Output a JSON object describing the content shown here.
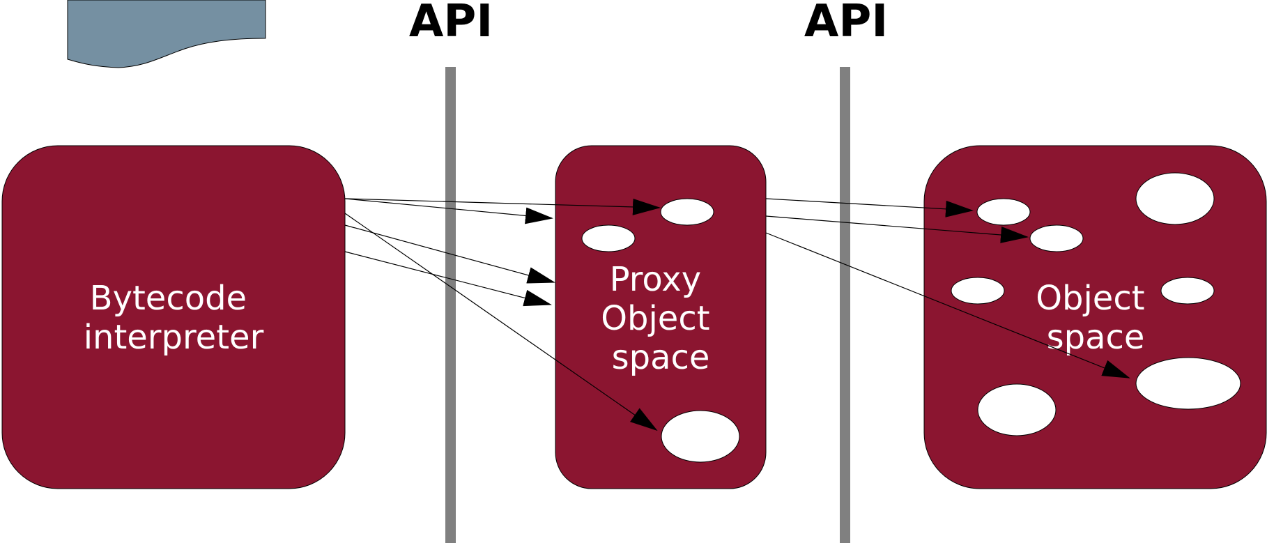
{
  "colors": {
    "box_fill": "#8B1530",
    "doc_fill": "#7590A2",
    "divider": "#808080",
    "object_fill": "#ffffff",
    "arrow": "#000000"
  },
  "api_labels": [
    "API",
    "API"
  ],
  "boxes": {
    "interpreter": {
      "lines": [
        "Bytecode",
        "interpreter"
      ]
    },
    "proxy": {
      "lines": [
        "Proxy",
        "Object",
        "space"
      ]
    },
    "objects": {
      "lines": [
        "Object",
        "space"
      ]
    }
  },
  "icons": {
    "document": "document-icon"
  }
}
